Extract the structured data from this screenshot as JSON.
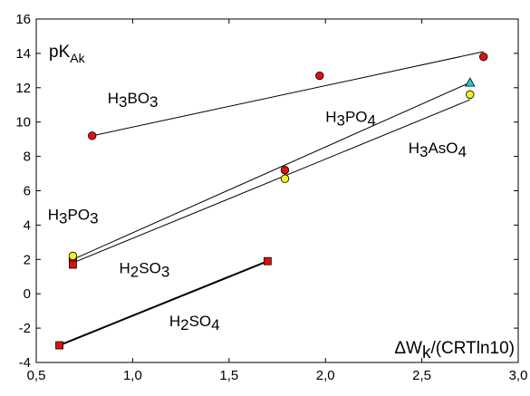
{
  "chart_data": {
    "type": "scatter",
    "title": "",
    "xlabel": "ΔWk/(CRTln10)",
    "ylabel": "pKAk",
    "xlim": [
      0.5,
      3.0
    ],
    "ylim": [
      -4,
      16
    ],
    "x_ticks": [
      "0,5",
      "1,0",
      "1,5",
      "2,0",
      "2,5",
      "3,0"
    ],
    "y_ticks": [
      "-4",
      "-2",
      "0",
      "2",
      "4",
      "6",
      "8",
      "10",
      "12",
      "14",
      "16"
    ],
    "grid": false,
    "legend": "none",
    "y_label_parts": {
      "main": "pK",
      "sub": "Ak"
    },
    "x_label_parts": {
      "pre": "ΔW",
      "sub": "k",
      "post": "/(CRTln10)"
    },
    "series": [
      {
        "marker": "circle",
        "color": "#e01010",
        "points": [
          [
            0.79,
            9.2
          ],
          [
            1.79,
            7.2
          ],
          [
            1.97,
            12.7
          ],
          [
            2.82,
            13.8
          ],
          [
            0.69,
            2.0
          ]
        ]
      },
      {
        "marker": "circle",
        "color": "#f0f020",
        "points": [
          [
            0.69,
            2.2
          ],
          [
            1.79,
            6.7
          ],
          [
            2.75,
            11.6
          ]
        ]
      },
      {
        "marker": "triangle",
        "color": "#20d0c0",
        "points": [
          [
            2.75,
            12.3
          ]
        ]
      },
      {
        "marker": "square",
        "color": "#e01010",
        "points": [
          [
            0.69,
            1.7
          ],
          [
            0.62,
            -3.0
          ],
          [
            1.7,
            1.9
          ]
        ]
      }
    ],
    "lines": [
      {
        "from": [
          0.79,
          9.2
        ],
        "to": [
          2.82,
          14.1
        ],
        "width": 1
      },
      {
        "from": [
          0.69,
          2.0
        ],
        "to": [
          2.75,
          12.3
        ],
        "width": 1
      },
      {
        "from": [
          0.69,
          1.8
        ],
        "to": [
          2.75,
          11.3
        ],
        "width": 1
      },
      {
        "from": [
          0.62,
          -3.0
        ],
        "to": [
          1.7,
          1.9
        ],
        "width": 2
      }
    ],
    "annotations": [
      {
        "key": "h3bo3",
        "parts": [
          [
            "H",
            ""
          ],
          [
            "3",
            "sub"
          ],
          [
            "BO",
            ""
          ],
          [
            "3",
            "sub"
          ]
        ],
        "x": 0.87,
        "y": 11.1
      },
      {
        "key": "h3po4",
        "parts": [
          [
            "H",
            ""
          ],
          [
            "3",
            "sub"
          ],
          [
            "PO",
            ""
          ],
          [
            "4",
            "sub"
          ]
        ],
        "x": 2.0,
        "y": 10.0
      },
      {
        "key": "h3aso4",
        "parts": [
          [
            "H",
            ""
          ],
          [
            "3",
            "sub"
          ],
          [
            "AsO",
            ""
          ],
          [
            "4",
            "sub"
          ]
        ],
        "x": 2.43,
        "y": 8.2
      },
      {
        "key": "h3po3",
        "parts": [
          [
            "H",
            ""
          ],
          [
            "3",
            "sub"
          ],
          [
            "PO",
            ""
          ],
          [
            "3",
            "sub"
          ]
        ],
        "x": 0.56,
        "y": 4.3
      },
      {
        "key": "h2so3",
        "parts": [
          [
            "H",
            ""
          ],
          [
            "2",
            "sub"
          ],
          [
            "SO",
            ""
          ],
          [
            "3",
            "sub"
          ]
        ],
        "x": 0.93,
        "y": 1.2
      },
      {
        "key": "h2so4",
        "parts": [
          [
            "H",
            ""
          ],
          [
            "2",
            "sub"
          ],
          [
            "SO",
            ""
          ],
          [
            "4",
            "sub"
          ]
        ],
        "x": 1.19,
        "y": -1.9
      }
    ]
  }
}
